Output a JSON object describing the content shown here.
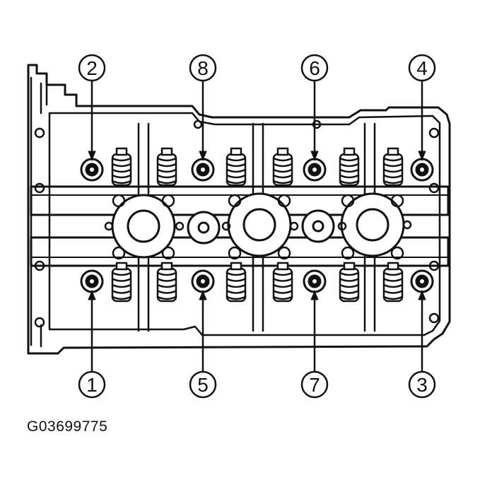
{
  "diagram": {
    "figure_id": "G03699775",
    "bolts": [
      {
        "label": "1",
        "row": "bottom",
        "column": 1
      },
      {
        "label": "5",
        "row": "bottom",
        "column": 2
      },
      {
        "label": "7",
        "row": "bottom",
        "column": 3
      },
      {
        "label": "3",
        "row": "bottom",
        "column": 4
      },
      {
        "label": "2",
        "row": "top",
        "column": 1
      },
      {
        "label": "8",
        "row": "top",
        "column": 2
      },
      {
        "label": "6",
        "row": "top",
        "column": 3
      },
      {
        "label": "4",
        "row": "top",
        "column": 4
      }
    ],
    "colors": {
      "line": "#111111",
      "fill": "#ffffff"
    }
  }
}
